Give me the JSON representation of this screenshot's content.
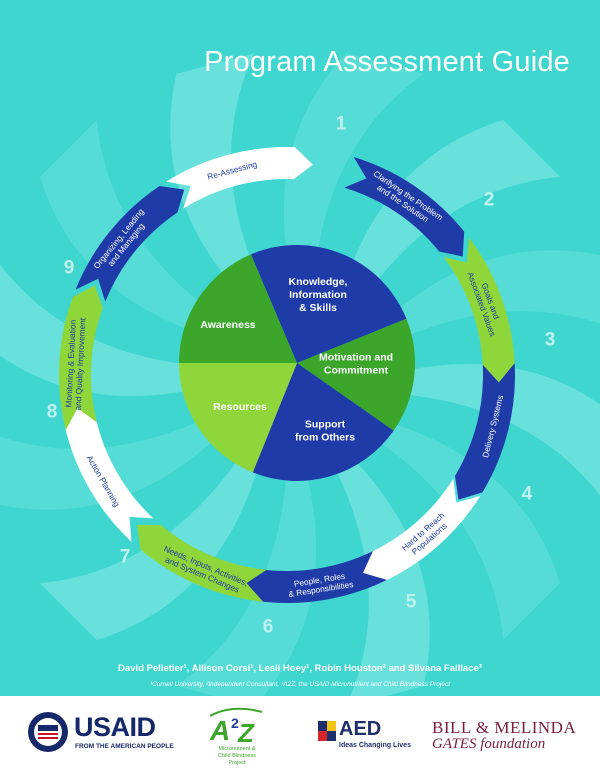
{
  "title": "Program Assessment Guide",
  "colors": {
    "background": "#3fd6d0",
    "blue": "#1e3ba7",
    "green_dark": "#3ca62b",
    "green_light": "#8fd63a",
    "white": "#ffffff",
    "number": "#bff1ee"
  },
  "cycle_steps": [
    {
      "number": "1",
      "label": "Clarifying the Problem and the Solution",
      "lines": [
        "Clarifying the Problem",
        "and the Solution"
      ],
      "color": "blue"
    },
    {
      "number": "2",
      "label": "Goals and Associated Values",
      "lines": [
        "Goals and",
        "Associated Values"
      ],
      "color": "green_light"
    },
    {
      "number": "3",
      "label": "Delivery Systems",
      "lines": [
        "Delivery Systems"
      ],
      "color": "blue"
    },
    {
      "number": "4",
      "label": "Hard to Reach Populations",
      "lines": [
        "Hard to Reach",
        "Populations"
      ],
      "color": "white"
    },
    {
      "number": "5",
      "label": "People, Roles & Responsibilities",
      "lines": [
        "People, Roles",
        "& Responsibilities"
      ],
      "color": "blue"
    },
    {
      "number": "6",
      "label": "Needs, Inputs, Activities, and System Changes",
      "lines": [
        "Needs, Inputs, Activities,",
        "and System Changes"
      ],
      "color": "green_light"
    },
    {
      "number": "7",
      "label": "Action Planning",
      "lines": [
        "Action Planning"
      ],
      "color": "white"
    },
    {
      "number": "8",
      "label": "Monitoring & Evaluation and Quality Improvement",
      "lines": [
        "Monitoring & Evaluation",
        "and Quality Improvement"
      ],
      "color": "green_light"
    },
    {
      "number": "9",
      "label": "Organizing, Leading and Managing",
      "lines": [
        "Organizing, Leading",
        "and Managing"
      ],
      "color": "blue"
    },
    {
      "number": "",
      "label": "Re-Assessing",
      "lines": [
        "Re-Assessing"
      ],
      "color": "white"
    }
  ],
  "center_segments": [
    {
      "lines": [
        "Knowledge,",
        "Information",
        "& Skills"
      ],
      "color": "blue"
    },
    {
      "lines": [
        "Motivation and",
        "Commitment"
      ],
      "color": "green_dark"
    },
    {
      "lines": [
        "Support",
        "from Others"
      ],
      "color": "blue"
    },
    {
      "lines": [
        "Resources"
      ],
      "color": "green_light"
    },
    {
      "lines": [
        "Awareness"
      ],
      "color": "green_dark"
    }
  ],
  "authors": "David Pelletier¹, Allison Corsi¹, Lesli Hoey¹, Robin Houston² and Silvana Faillace³",
  "affiliations": "¹Cornell University, ²Independent Consultant, ³A2Z, the USAID Micronutrient and Child Blindness Project",
  "logos": {
    "usaid": {
      "name": "USAID",
      "tagline": "FROM THE AMERICAN PEOPLE"
    },
    "a2z": {
      "name": "A2Z",
      "tagline": [
        "Micronutrient &",
        "Child Blindness",
        "Project"
      ]
    },
    "aed": {
      "name": "AED",
      "tagline": "Ideas Changing Lives"
    },
    "gates": {
      "line1": "BILL & MELINDA",
      "line2": "GATES foundation"
    }
  }
}
